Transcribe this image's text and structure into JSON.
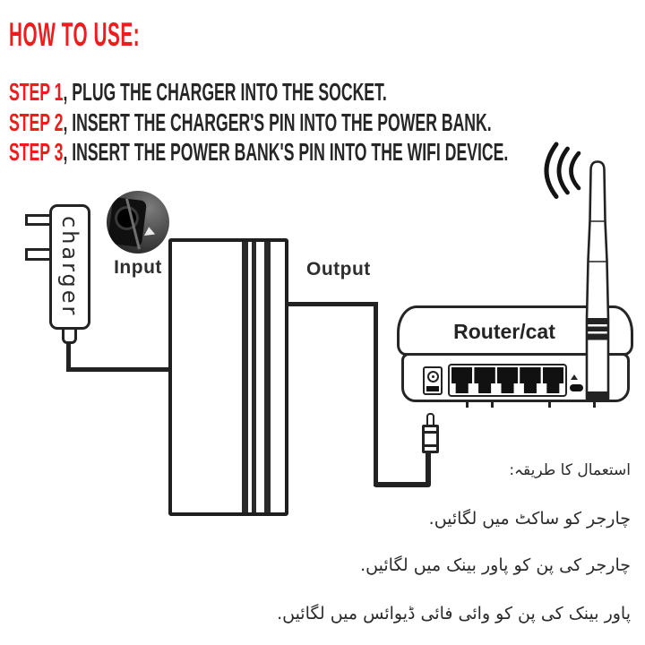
{
  "title": "HOW TO USE:",
  "steps": [
    {
      "label": "STEP 1",
      "sep": ", ",
      "text": "PLUG THE CHARGER INTO THE SOCKET."
    },
    {
      "label": "STEP 2",
      "sep": ", ",
      "text": "INSERT THE CHARGER'S PIN INTO THE POWER BANK."
    },
    {
      "label": "STEP 3",
      "sep": ", ",
      "text": "INSERT THE POWER BANK'S PIN INTO THE WIFI DEVICE."
    }
  ],
  "diagram": {
    "charger_label": "charger",
    "input_label": "Input",
    "output_label": "Output",
    "router_label": "Router/cat",
    "icons": [
      "wifi-signal-icon",
      "antenna",
      "input-port-photo",
      "dc-plug",
      "ethernet-ports"
    ]
  },
  "urdu": {
    "heading": "استعمال کا طریقہ:",
    "lines": [
      "چارجر کو ساکٹ میں لگائیں.",
      "چارجر کی پن کو پاور بینک میں لگائیں.",
      "پاور بینک کی پن کو وائی فائی ڈیوائس میں لگائیں."
    ]
  },
  "colors": {
    "accent_red": "#ee1c1c",
    "ink": "#232323",
    "background": "#ffffff"
  }
}
